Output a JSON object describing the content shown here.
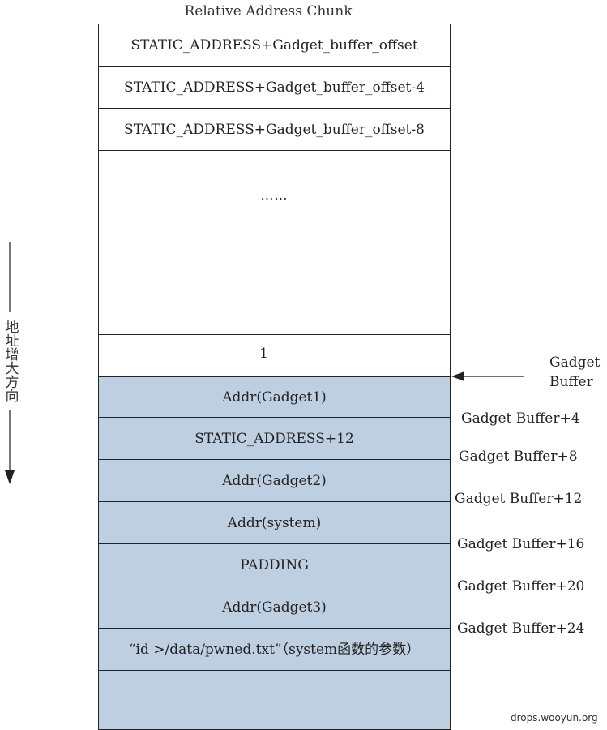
{
  "title": "Relative Address Chunk",
  "rows": [
    {
      "label": "STATIC_ADDRESS+Gadget_buffer_offset",
      "fill": "white"
    },
    {
      "label": "STATIC_ADDRESS+Gadget_buffer_offset-4",
      "fill": "white"
    },
    {
      "label": "STATIC_ADDRESS+Gadget_buffer_offset-8",
      "fill": "white"
    },
    {
      "label": "……",
      "fill": "white"
    },
    {
      "label": "1",
      "fill": "white"
    },
    {
      "label": "Addr(Gadget1)",
      "fill": "blue"
    },
    {
      "label": "STATIC_ADDRESS+12",
      "fill": "blue"
    },
    {
      "label": "Addr(Gadget2)",
      "fill": "blue"
    },
    {
      "label": "Addr(system)",
      "fill": "blue"
    },
    {
      "label": "PADDING",
      "fill": "blue"
    },
    {
      "label": "Addr(Gadget3)",
      "fill": "blue"
    },
    {
      "label": "“id >/data/pwned.txt”（system函数的参数）",
      "fill": "blue"
    },
    {
      "label": "",
      "fill": "blue"
    }
  ],
  "gadget_buffer_label": "Gadget Buffer",
  "offset_labels": [
    "Gadget Buffer+4",
    "Gadget Buffer+8",
    "Gadget Buffer+12",
    "Gadget Buffer+16",
    "Gadget Buffer+20",
    "Gadget Buffer+24"
  ],
  "direction_label": "地址增大方向",
  "watermark": "drops.wooyun.org",
  "colors": {
    "blue_fill": "#bfcfe2",
    "border": "#222222"
  }
}
